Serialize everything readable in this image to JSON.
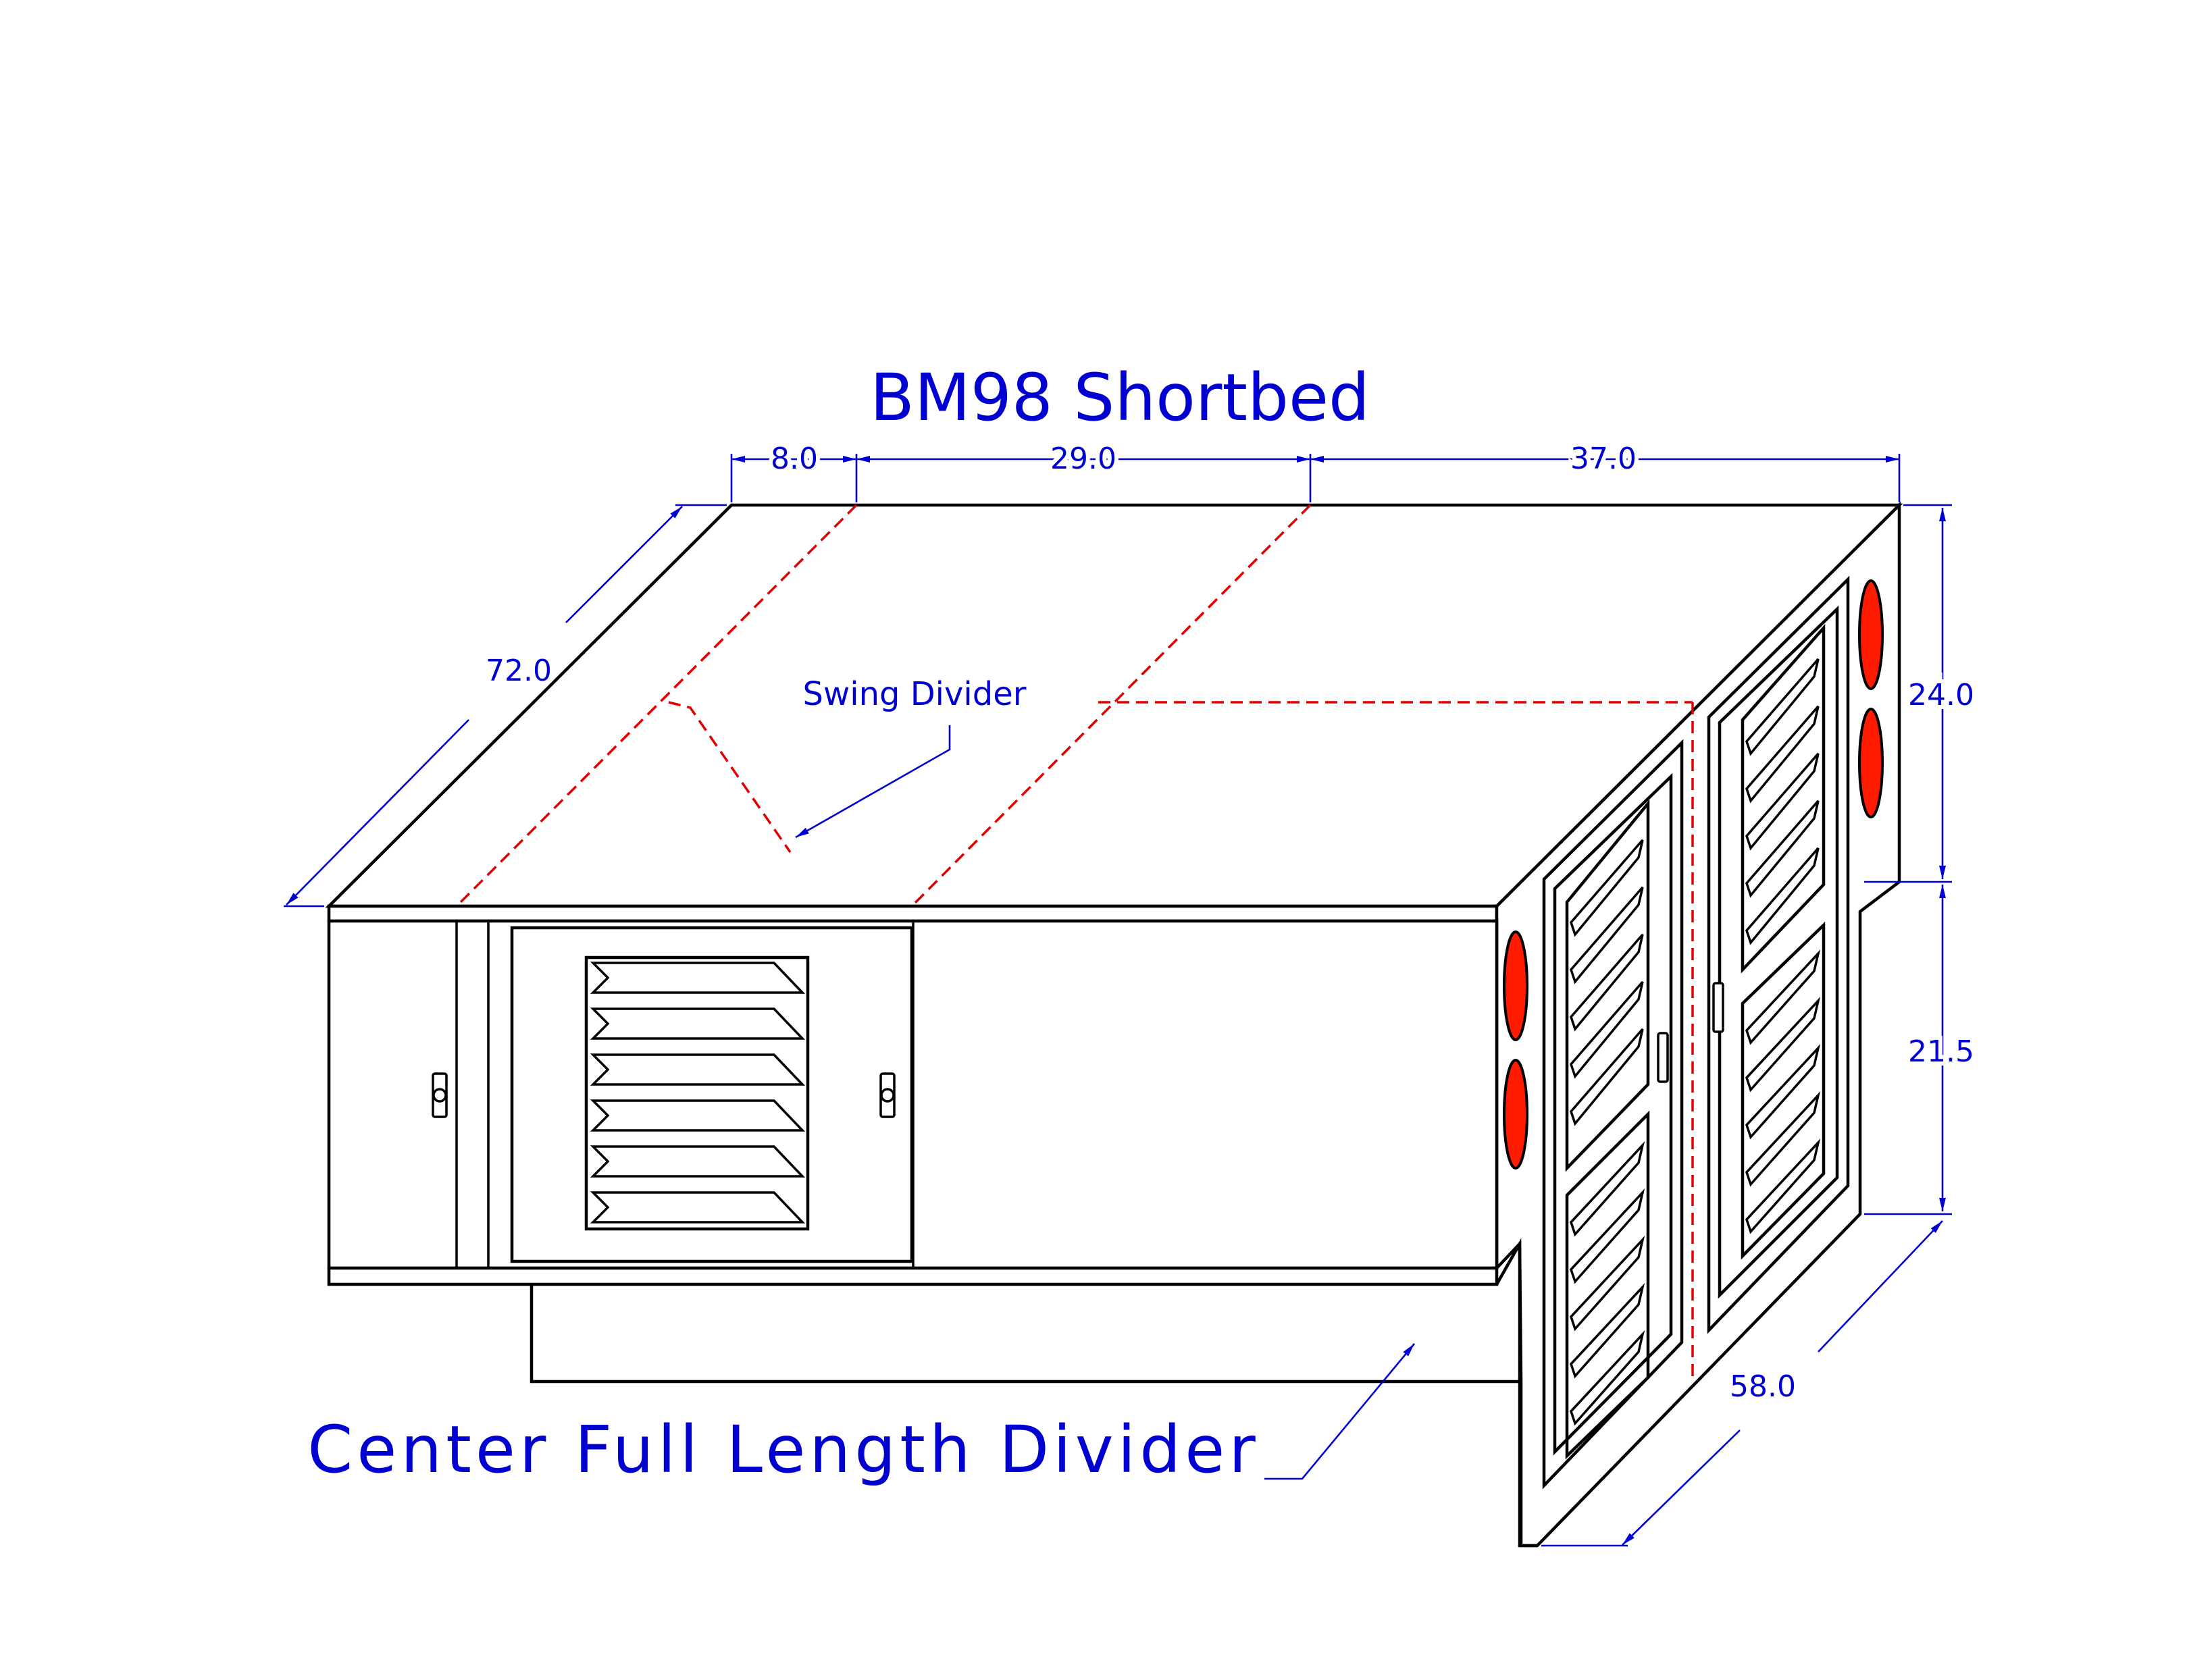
{
  "drawing": {
    "title": "BM98 Shortbed",
    "colors": {
      "dimension_blue": "#0000d0",
      "divider_red": "#e00000",
      "lamp_red": "#ff1a00",
      "outline": "#000000"
    },
    "dimensions": {
      "top_left_offset": "8.0",
      "top_middle": "29.0",
      "top_right": "37.0",
      "depth": "72.0",
      "upper_height": "24.0",
      "lower_height": "21.5",
      "width": "58.0"
    },
    "labels": {
      "swing_divider": "Swing Divider",
      "center_divider": "Center Full Length Divider"
    },
    "icons": {
      "side_door_louvers": "louver-vent-icon",
      "rear_door_louvers": "louver-vent-icon",
      "lamps": "tail-light-icon",
      "handles": "t-handle-latch-icon"
    }
  }
}
